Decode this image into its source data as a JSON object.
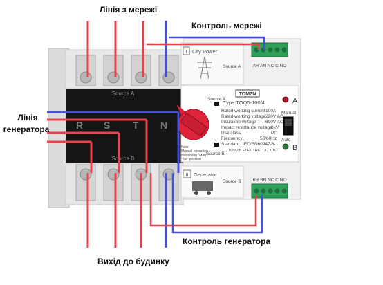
{
  "labels": {
    "grid_line": "Лінія з мережі",
    "grid_control": "Контроль мережі",
    "gen_line_1": "Лінія",
    "gen_line_2": "генератора",
    "gen_control": "Контроль генератора",
    "output": "Вихід до будинку"
  },
  "device": {
    "brand": "TOMZN",
    "model": "Type:TOQ5-100/4",
    "source_a": "Source A",
    "source_b": "Source B",
    "city_power": "City Power",
    "generator": "Generator",
    "terminals_top": "AR AN NC C NO",
    "terminals_bottom": "BR BN NC C NO",
    "indicator_a": "A",
    "indicator_b": "B",
    "manual": "Manual",
    "auto": "Auto",
    "roman_1": "I",
    "roman_2": "II",
    "phases": [
      "R",
      "S",
      "T",
      "N"
    ],
    "footer": "TOMZN ELECTRIC CO.,LTD",
    "note_1": "Note:",
    "note_2": "Manual operation",
    "note_3": "must be in \"Man\"",
    "note_4": "\"ual\" position",
    "specs": [
      {
        "name": "Rated working current",
        "value": "100A"
      },
      {
        "name": "Rated working voltage",
        "value": "220V AC"
      },
      {
        "name": "Insulation voltage",
        "value": "690V AC"
      },
      {
        "name": "Impact resistance voltage",
        "value": "8kV"
      },
      {
        "name": "Use class",
        "value": "PC"
      },
      {
        "name": "Frequency",
        "value": "50/60Hz"
      },
      {
        "name": "Standard",
        "value": "IEC/EN60947-6-1"
      }
    ]
  },
  "colors": {
    "red_wire": "#e8434d",
    "blue_wire": "#4650d8",
    "green_terminal": "#2ea05a",
    "black_panel": "#151515",
    "handle": "#e0243a"
  }
}
